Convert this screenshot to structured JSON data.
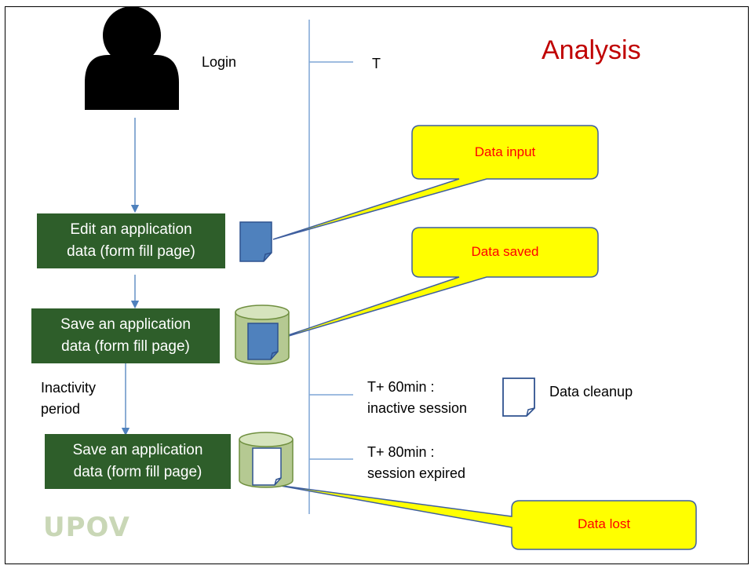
{
  "title": "Analysis",
  "user": {
    "login_label": "Login"
  },
  "timeline": {
    "t0": "T",
    "t60_line1": "T+ 60min :",
    "t60_line2": "inactive session",
    "t80_line1": "T+ 80min :",
    "t80_line2": "session expired"
  },
  "steps": [
    {
      "line1": "Edit an application",
      "line2": "data (form fill page)"
    },
    {
      "line1": "Save an application",
      "line2": "data (form fill page)"
    },
    {
      "line1": "Save an application",
      "line2": "data (form fill page)"
    }
  ],
  "inactivity": {
    "line1": "Inactivity",
    "line2": "period"
  },
  "cleanup_label": "Data cleanup",
  "callouts": {
    "input": "Data input",
    "saved": "Data saved",
    "lost": "Data lost"
  },
  "logo": "UPOV",
  "colors": {
    "title": "#c00000",
    "step_fill": "#2e5e2a",
    "callout_fill": "#ffff00",
    "callout_text": "#ff0000",
    "document_fill": "#4f81bd",
    "cylinder_fill": "#b5c992",
    "arrow": "#4f81bd"
  }
}
